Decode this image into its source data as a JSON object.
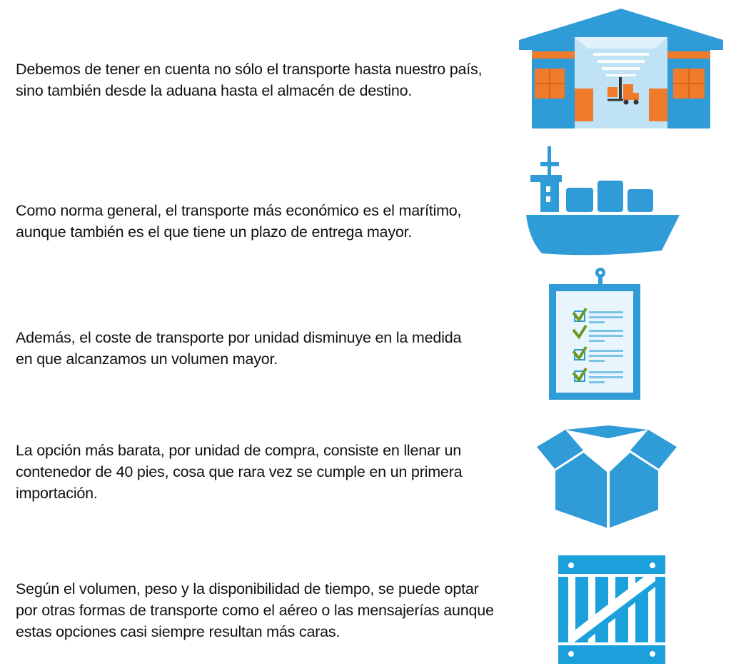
{
  "items": [
    {
      "text": "Debemos de tener en cuenta no sólo el transporte hasta nuestro país,\nsino también desde la aduana hasta el almacén de destino.",
      "icon": "warehouse-icon"
    },
    {
      "text": "Como norma general, el transporte más económico es el marítimo,\naunque también es el que tiene un plazo de entrega mayor.",
      "icon": "cargo-ship-icon"
    },
    {
      "text": "Además, el coste de transporte por unidad disminuye en la medida\nen que alcanzamos un volumen mayor.",
      "icon": "checklist-clipboard-icon"
    },
    {
      "text": "La opción más barata, por unidad de compra, consiste en llenar un\ncontenedor de 40 pies, cosa que rara vez se cumple en un primera\nimportación.",
      "icon": "open-box-icon"
    },
    {
      "text": "Según el volumen, peso y la disponibilidad de tiempo, se puede optar\npor otras formas de transporte como el aéreo o las mensajerías aunque\nestas opciones casi siempre resultan más caras.",
      "icon": "wooden-crate-icon"
    }
  ],
  "colors": {
    "primary_blue": "#2f9bd7",
    "light_blue": "#bfe3f5",
    "orange": "#f07b2a",
    "check_green": "#6a9a1f",
    "text": "#111111"
  }
}
